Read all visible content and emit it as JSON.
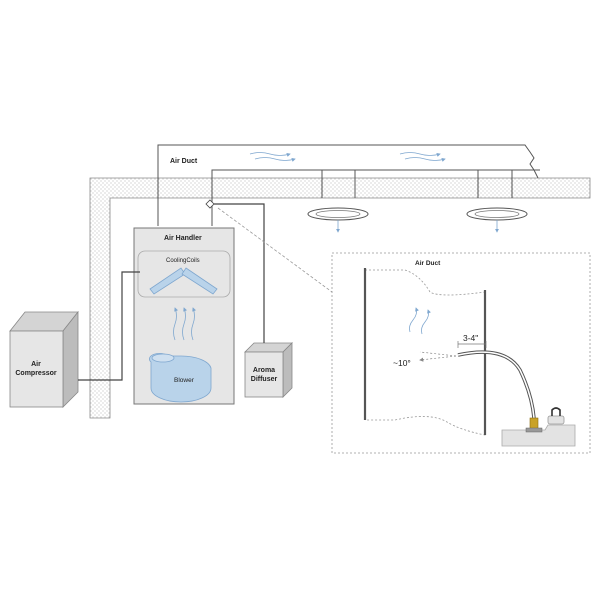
{
  "labels": {
    "air_duct": "Air Duct",
    "air_handler": "Air Handler",
    "cooling_coils": "CoolingCoils",
    "blower": "Blower",
    "air_compressor_line1": "Air",
    "air_compressor_line2": "Compressor",
    "aroma_diffuser_line1": "Aroma",
    "aroma_diffuser_line2": "Diffuser",
    "inset_air_duct": "Air Duct",
    "distance": "3-4\"",
    "angle": "~10°"
  },
  "colors": {
    "outline": "#444444",
    "insulation_dots": "#bdbdbd",
    "box_fill": "#e6e6e6",
    "box_side": "#bcbcbc",
    "blower_fill": "#b9d3ea",
    "coil_fill": "#b9d3ea",
    "airflow": "#7fa7cf"
  }
}
